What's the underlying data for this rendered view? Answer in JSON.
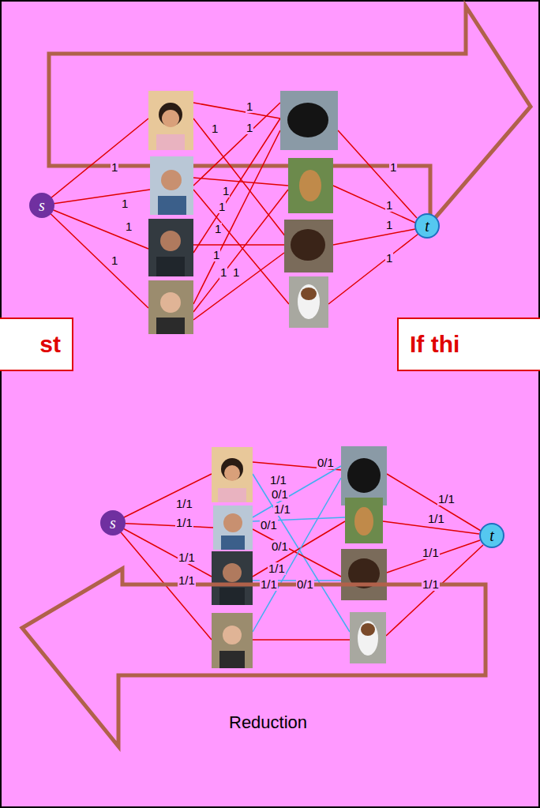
{
  "diagram": {
    "nodes": [
      {
        "text": [
          "s"
        ]
      },
      {
        "text": [
          "t"
        ]
      },
      {
        "text": [
          "st"
        ]
      },
      {
        "text": [
          "If thi"
        ]
      },
      {
        "text": [
          "s"
        ]
      },
      {
        "text": [
          "t"
        ]
      }
    ],
    "labels": [
      "1",
      "1",
      "1",
      "1",
      "1",
      "1",
      "1",
      "1",
      "1",
      "1",
      "1",
      "1",
      "1",
      "1",
      "1",
      "1",
      "1",
      "1/1",
      "1/1",
      "1/1",
      "1/1",
      "1/1",
      "0/1",
      "0/1",
      "1/1",
      "0/1",
      "0/1",
      "1/1",
      "1/1",
      "0/1",
      "1/1",
      "1/1",
      "1/1",
      "1/1",
      "Reduction"
    ]
  }
}
